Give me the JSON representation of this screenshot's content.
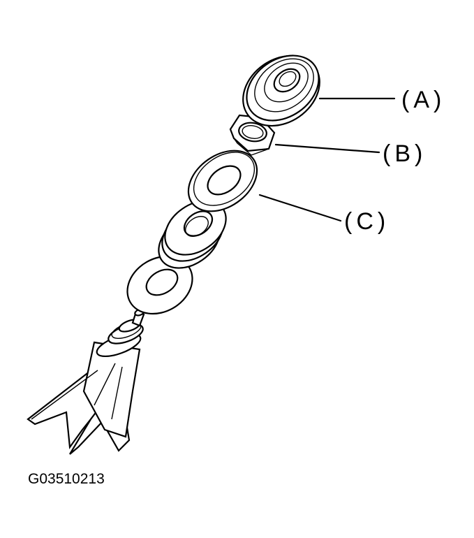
{
  "callouts": {
    "a": "(A)",
    "b": "(B)",
    "c": "(C)"
  },
  "figure_id": "G03510213"
}
